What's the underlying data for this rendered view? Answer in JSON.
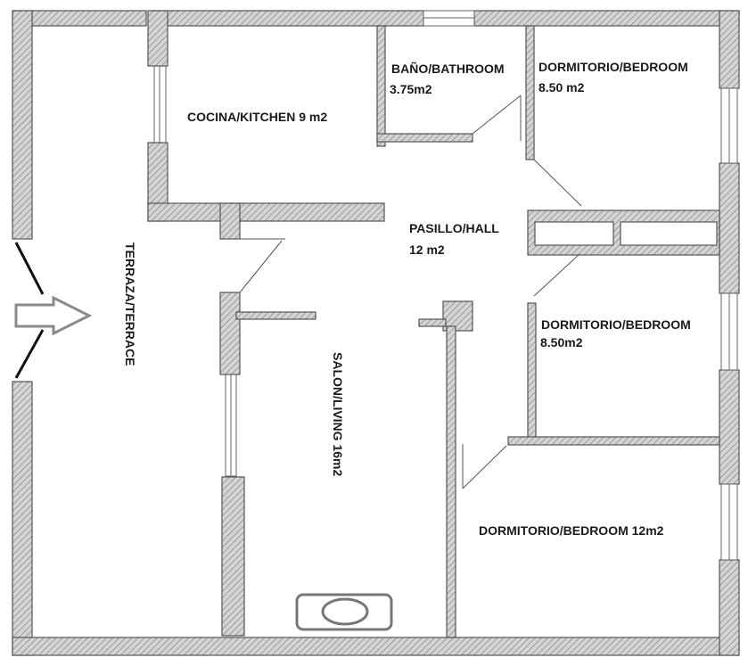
{
  "rooms": {
    "kitchen": "COCINA/KITCHEN 9 m2",
    "bathroom_name": "BAÑO/BATHROOM",
    "bathroom_area": "3.75m2",
    "bedroom1_name": "DORMITORIO/BEDROOM",
    "bedroom1_area": "8.50 m2",
    "hall_name": "PASILLO/HALL",
    "hall_area": "12 m2",
    "bedroom2_name": "DORMITORIO/BEDROOM",
    "bedroom2_area": "8.50m2",
    "bedroom3": "DORMITORIO/BEDROOM 12m2",
    "terrace": "TERRAZA/TERRACE",
    "living": "SALON/LIVING 16m2"
  },
  "colors": {
    "wall_fill": "#c8c8c8",
    "wall_stroke": "#555555",
    "line": "#444444",
    "arrow": "#8a8a8a",
    "text": "#1a1a1a"
  },
  "icons": [
    "entrance-arrow-icon",
    "sofa-icon"
  ]
}
